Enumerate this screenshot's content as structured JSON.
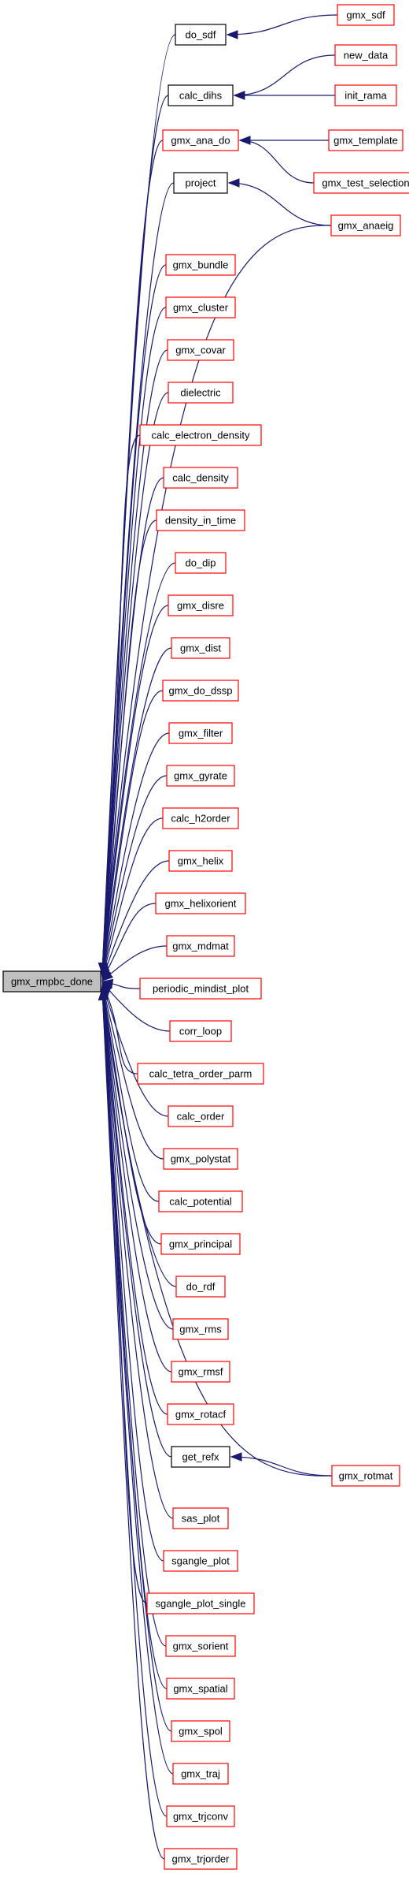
{
  "colors": {
    "edge": "#191970",
    "root_fill": "#bfbfbf",
    "root_stroke": "#000000",
    "documented_stroke": "#000000",
    "undocumented_stroke": "#ff0000",
    "node_fill": "#ffffff"
  },
  "root": {
    "id": "gmx_rmpbc_done",
    "label": "gmx_rmpbc_done"
  },
  "nodes": [
    {
      "id": "do_sdf",
      "label": "do_sdf",
      "style": "documented"
    },
    {
      "id": "gmx_sdf",
      "label": "gmx_sdf",
      "style": "undocumented"
    },
    {
      "id": "calc_dihs",
      "label": "calc_dihs",
      "style": "documented"
    },
    {
      "id": "new_data",
      "label": "new_data",
      "style": "undocumented"
    },
    {
      "id": "init_rama",
      "label": "init_rama",
      "style": "undocumented"
    },
    {
      "id": "gmx_ana_do",
      "label": "gmx_ana_do",
      "style": "undocumented"
    },
    {
      "id": "gmx_template",
      "label": "gmx_template",
      "style": "undocumented"
    },
    {
      "id": "gmx_test_selection",
      "label": "gmx_test_selection",
      "style": "undocumented"
    },
    {
      "id": "project",
      "label": "project",
      "style": "documented"
    },
    {
      "id": "gmx_anaeig",
      "label": "gmx_anaeig",
      "style": "undocumented"
    },
    {
      "id": "gmx_bundle",
      "label": "gmx_bundle",
      "style": "undocumented"
    },
    {
      "id": "gmx_cluster",
      "label": "gmx_cluster",
      "style": "undocumented"
    },
    {
      "id": "gmx_covar",
      "label": "gmx_covar",
      "style": "undocumented"
    },
    {
      "id": "dielectric",
      "label": "dielectric",
      "style": "undocumented"
    },
    {
      "id": "calc_electron_density",
      "label": "calc_electron_density",
      "style": "undocumented"
    },
    {
      "id": "calc_density",
      "label": "calc_density",
      "style": "undocumented"
    },
    {
      "id": "density_in_time",
      "label": "density_in_time",
      "style": "undocumented"
    },
    {
      "id": "do_dip",
      "label": "do_dip",
      "style": "undocumented"
    },
    {
      "id": "gmx_disre",
      "label": "gmx_disre",
      "style": "undocumented"
    },
    {
      "id": "gmx_dist",
      "label": "gmx_dist",
      "style": "undocumented"
    },
    {
      "id": "gmx_do_dssp",
      "label": "gmx_do_dssp",
      "style": "undocumented"
    },
    {
      "id": "gmx_filter",
      "label": "gmx_filter",
      "style": "undocumented"
    },
    {
      "id": "gmx_gyrate",
      "label": "gmx_gyrate",
      "style": "undocumented"
    },
    {
      "id": "calc_h2order",
      "label": "calc_h2order",
      "style": "undocumented"
    },
    {
      "id": "gmx_helix",
      "label": "gmx_helix",
      "style": "undocumented"
    },
    {
      "id": "gmx_helixorient",
      "label": "gmx_helixorient",
      "style": "undocumented"
    },
    {
      "id": "gmx_mdmat",
      "label": "gmx_mdmat",
      "style": "undocumented"
    },
    {
      "id": "periodic_mindist_plot",
      "label": "periodic_mindist_plot",
      "style": "undocumented"
    },
    {
      "id": "corr_loop",
      "label": "corr_loop",
      "style": "undocumented"
    },
    {
      "id": "calc_tetra_order_parm",
      "label": "calc_tetra_order_parm",
      "style": "undocumented"
    },
    {
      "id": "calc_order",
      "label": "calc_order",
      "style": "undocumented"
    },
    {
      "id": "gmx_polystat",
      "label": "gmx_polystat",
      "style": "undocumented"
    },
    {
      "id": "calc_potential",
      "label": "calc_potential",
      "style": "undocumented"
    },
    {
      "id": "gmx_principal",
      "label": "gmx_principal",
      "style": "undocumented"
    },
    {
      "id": "do_rdf",
      "label": "do_rdf",
      "style": "undocumented"
    },
    {
      "id": "gmx_rms",
      "label": "gmx_rms",
      "style": "undocumented"
    },
    {
      "id": "gmx_rmsf",
      "label": "gmx_rmsf",
      "style": "undocumented"
    },
    {
      "id": "gmx_rotacf",
      "label": "gmx_rotacf",
      "style": "undocumented"
    },
    {
      "id": "get_refx",
      "label": "get_refx",
      "style": "documented"
    },
    {
      "id": "gmx_rotmat",
      "label": "gmx_rotmat",
      "style": "undocumented"
    },
    {
      "id": "sas_plot",
      "label": "sas_plot",
      "style": "undocumented"
    },
    {
      "id": "sgangle_plot",
      "label": "sgangle_plot",
      "style": "undocumented"
    },
    {
      "id": "sgangle_plot_single",
      "label": "sgangle_plot_single",
      "style": "undocumented"
    },
    {
      "id": "gmx_sorient",
      "label": "gmx_sorient",
      "style": "undocumented"
    },
    {
      "id": "gmx_spatial",
      "label": "gmx_spatial",
      "style": "undocumented"
    },
    {
      "id": "gmx_spol",
      "label": "gmx_spol",
      "style": "undocumented"
    },
    {
      "id": "gmx_traj",
      "label": "gmx_traj",
      "style": "undocumented"
    },
    {
      "id": "gmx_trjconv",
      "label": "gmx_trjconv",
      "style": "undocumented"
    },
    {
      "id": "gmx_trjorder",
      "label": "gmx_trjorder",
      "style": "undocumented"
    }
  ],
  "edges": [
    {
      "from": "do_sdf",
      "to": "gmx_rmpbc_done"
    },
    {
      "from": "calc_dihs",
      "to": "gmx_rmpbc_done"
    },
    {
      "from": "gmx_ana_do",
      "to": "gmx_rmpbc_done"
    },
    {
      "from": "project",
      "to": "gmx_rmpbc_done"
    },
    {
      "from": "gmx_anaeig",
      "to": "gmx_rmpbc_done"
    },
    {
      "from": "gmx_bundle",
      "to": "gmx_rmpbc_done"
    },
    {
      "from": "gmx_cluster",
      "to": "gmx_rmpbc_done"
    },
    {
      "from": "gmx_covar",
      "to": "gmx_rmpbc_done"
    },
    {
      "from": "dielectric",
      "to": "gmx_rmpbc_done"
    },
    {
      "from": "calc_electron_density",
      "to": "gmx_rmpbc_done"
    },
    {
      "from": "calc_density",
      "to": "gmx_rmpbc_done"
    },
    {
      "from": "density_in_time",
      "to": "gmx_rmpbc_done"
    },
    {
      "from": "do_dip",
      "to": "gmx_rmpbc_done"
    },
    {
      "from": "gmx_disre",
      "to": "gmx_rmpbc_done"
    },
    {
      "from": "gmx_dist",
      "to": "gmx_rmpbc_done"
    },
    {
      "from": "gmx_do_dssp",
      "to": "gmx_rmpbc_done"
    },
    {
      "from": "gmx_filter",
      "to": "gmx_rmpbc_done"
    },
    {
      "from": "gmx_gyrate",
      "to": "gmx_rmpbc_done"
    },
    {
      "from": "calc_h2order",
      "to": "gmx_rmpbc_done"
    },
    {
      "from": "gmx_helix",
      "to": "gmx_rmpbc_done"
    },
    {
      "from": "gmx_helixorient",
      "to": "gmx_rmpbc_done"
    },
    {
      "from": "gmx_mdmat",
      "to": "gmx_rmpbc_done"
    },
    {
      "from": "periodic_mindist_plot",
      "to": "gmx_rmpbc_done"
    },
    {
      "from": "corr_loop",
      "to": "gmx_rmpbc_done"
    },
    {
      "from": "calc_tetra_order_parm",
      "to": "gmx_rmpbc_done"
    },
    {
      "from": "calc_order",
      "to": "gmx_rmpbc_done"
    },
    {
      "from": "gmx_polystat",
      "to": "gmx_rmpbc_done"
    },
    {
      "from": "calc_potential",
      "to": "gmx_rmpbc_done"
    },
    {
      "from": "gmx_principal",
      "to": "gmx_rmpbc_done"
    },
    {
      "from": "do_rdf",
      "to": "gmx_rmpbc_done"
    },
    {
      "from": "gmx_rms",
      "to": "gmx_rmpbc_done"
    },
    {
      "from": "gmx_rmsf",
      "to": "gmx_rmpbc_done"
    },
    {
      "from": "gmx_rotacf",
      "to": "gmx_rmpbc_done"
    },
    {
      "from": "get_refx",
      "to": "gmx_rmpbc_done"
    },
    {
      "from": "gmx_rotmat",
      "to": "gmx_rmpbc_done"
    },
    {
      "from": "sas_plot",
      "to": "gmx_rmpbc_done"
    },
    {
      "from": "sgangle_plot",
      "to": "gmx_rmpbc_done"
    },
    {
      "from": "sgangle_plot_single",
      "to": "gmx_rmpbc_done"
    },
    {
      "from": "gmx_sorient",
      "to": "gmx_rmpbc_done"
    },
    {
      "from": "gmx_spatial",
      "to": "gmx_rmpbc_done"
    },
    {
      "from": "gmx_spol",
      "to": "gmx_rmpbc_done"
    },
    {
      "from": "gmx_traj",
      "to": "gmx_rmpbc_done"
    },
    {
      "from": "gmx_trjconv",
      "to": "gmx_rmpbc_done"
    },
    {
      "from": "gmx_trjorder",
      "to": "gmx_rmpbc_done"
    },
    {
      "from": "gmx_sdf",
      "to": "do_sdf"
    },
    {
      "from": "new_data",
      "to": "calc_dihs"
    },
    {
      "from": "init_rama",
      "to": "calc_dihs"
    },
    {
      "from": "gmx_template",
      "to": "gmx_ana_do"
    },
    {
      "from": "gmx_test_selection",
      "to": "gmx_ana_do"
    },
    {
      "from": "gmx_anaeig",
      "to": "project"
    },
    {
      "from": "gmx_rotmat",
      "to": "get_refx"
    }
  ]
}
